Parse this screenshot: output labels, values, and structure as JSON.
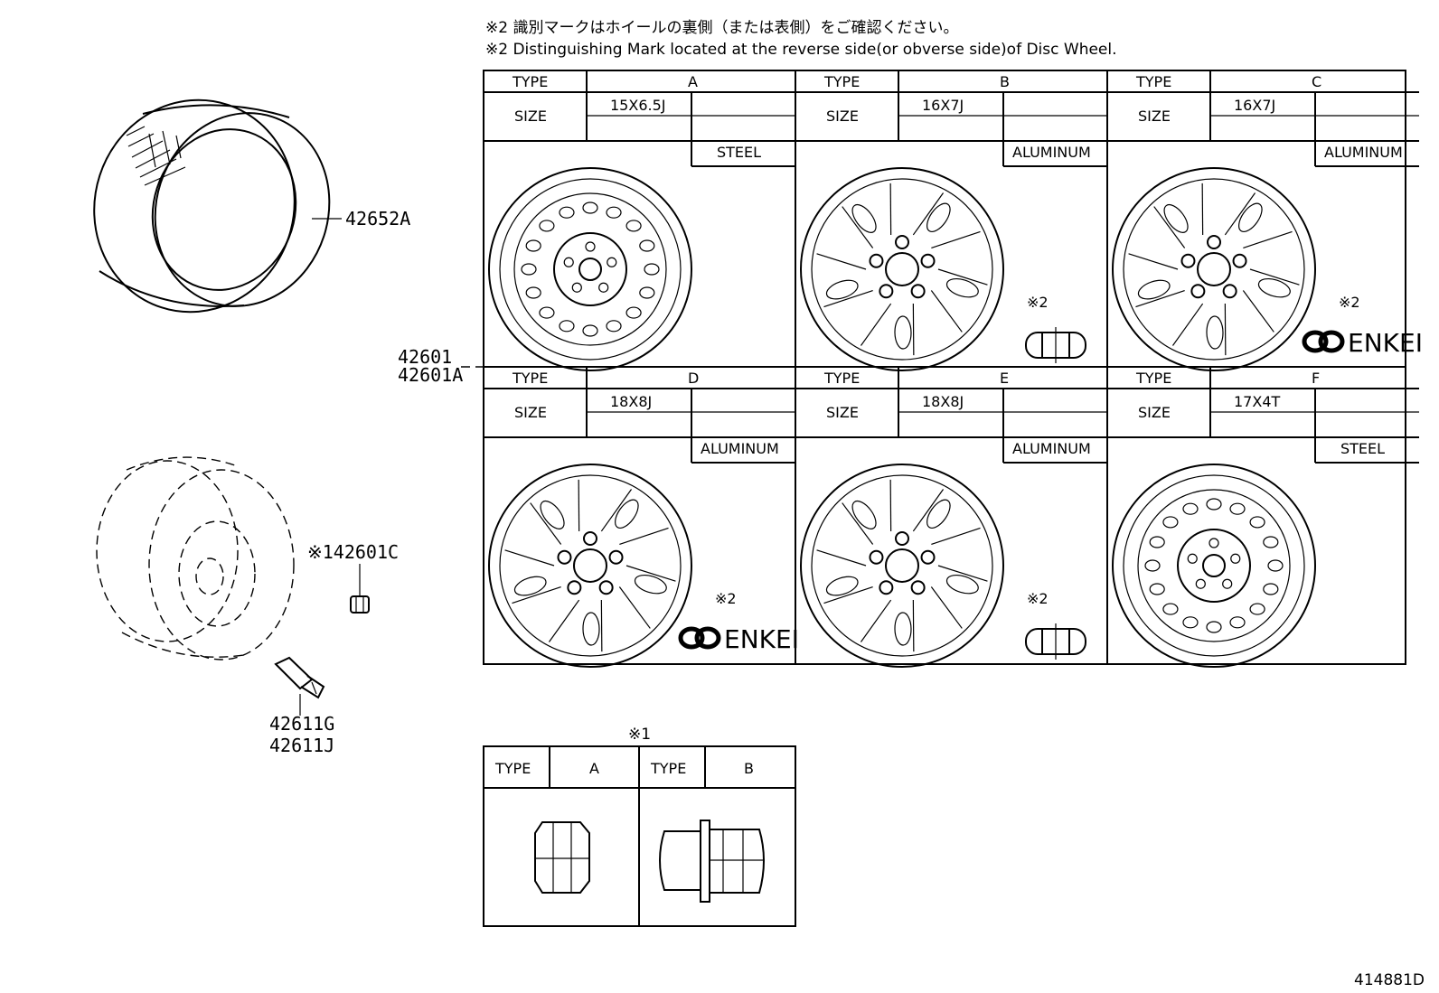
{
  "notes": {
    "jp": "※2 識別マークはホイールの裏側（または表側）をご確認ください。",
    "en": "※2 Distinguishing Mark located at the reverse side(or obverse side)of Disc Wheel."
  },
  "part_numbers": {
    "tire": "42652A",
    "wheel_1": "42601",
    "wheel_2": "42601A",
    "nut": "※142601C",
    "valve_1": "42611G",
    "valve_2": "42611J"
  },
  "labels": {
    "type": "TYPE",
    "size": "SIZE",
    "mark": "※2",
    "nut_mark": "※1"
  },
  "wheels": [
    {
      "type": "A",
      "size": "15X6.5J",
      "material": "STEEL",
      "mark": ""
    },
    {
      "type": "B",
      "size": "16X7J",
      "material": "ALUMINUM",
      "mark": "ring"
    },
    {
      "type": "C",
      "size": "16X7J",
      "material": "ALUMINUM",
      "mark": "enkei"
    },
    {
      "type": "D",
      "size": "18X8J",
      "material": "ALUMINUM",
      "mark": "enkei"
    },
    {
      "type": "E",
      "size": "18X8J",
      "material": "ALUMINUM",
      "mark": "ring"
    },
    {
      "type": "F",
      "size": "17X4T",
      "material": "STEEL",
      "mark": ""
    }
  ],
  "logo_text": "ENKEI",
  "nut_types": [
    "A",
    "B"
  ],
  "figure_id": "414881D"
}
